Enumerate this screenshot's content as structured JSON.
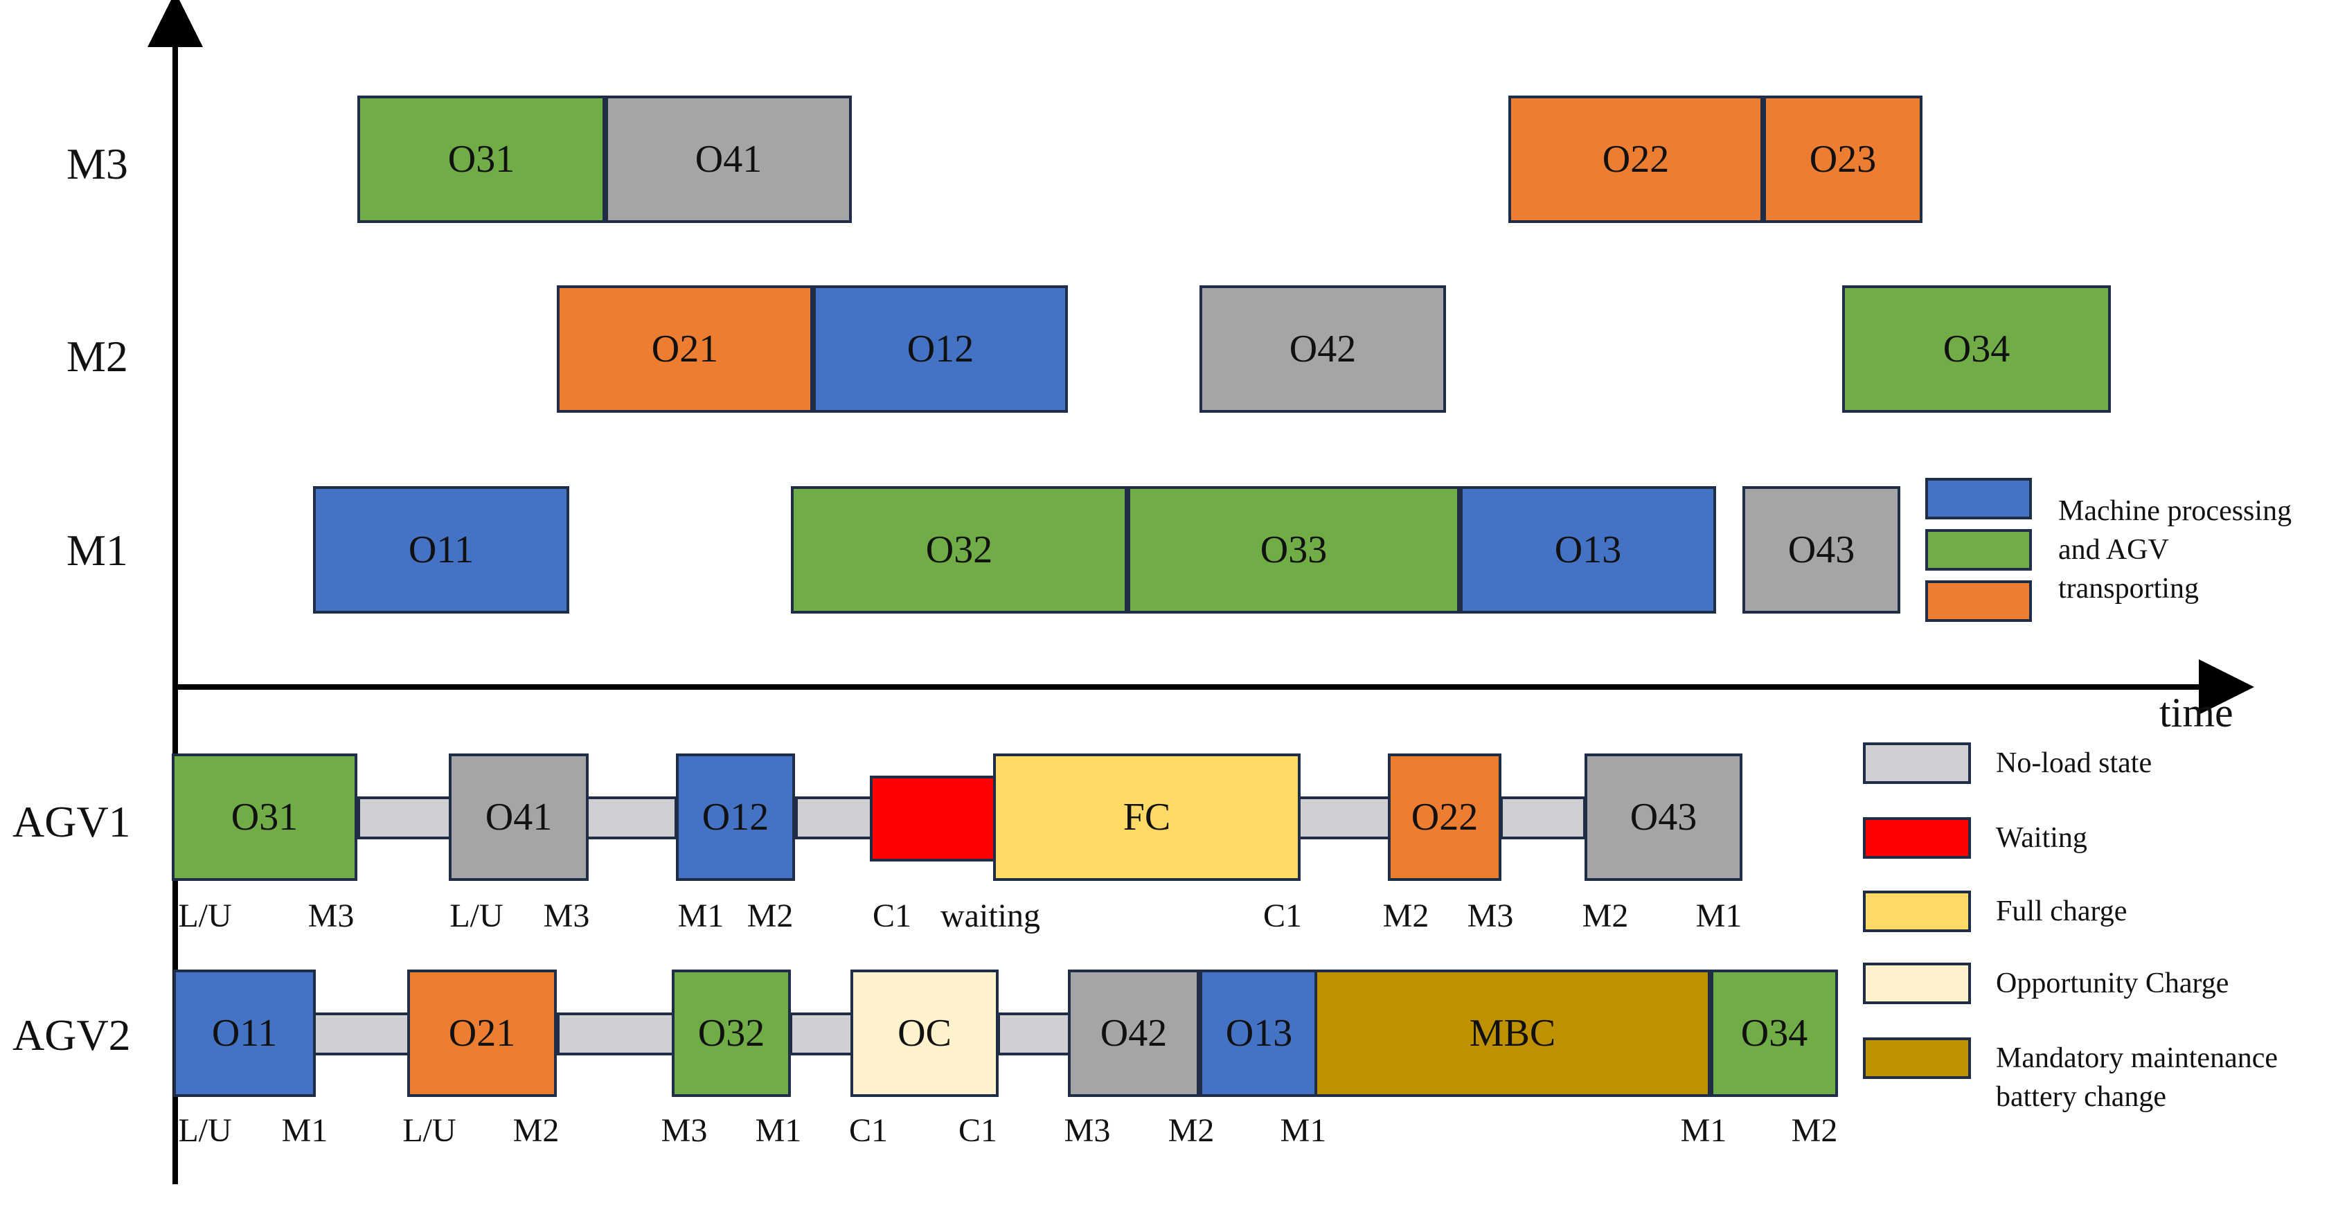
{
  "colors": {
    "blue": "#4472c4",
    "green": "#70ad47",
    "orange": "#ed7d31",
    "gray": "#a5a5a5",
    "noload": "#d0ced3",
    "waiting": "#ff0000",
    "full_charge": "#ffd966",
    "opportunity_charge": "#fff2cc",
    "mandatory": "#bf9000",
    "border": "#1f2d46"
  },
  "axis": {
    "time_label": "time"
  },
  "machines": {
    "rows": [
      {
        "label": "M3",
        "ops": [
          {
            "name": "O31",
            "color": "green"
          },
          {
            "name": "O41",
            "color": "gray"
          },
          {
            "name": "O22",
            "color": "orange"
          },
          {
            "name": "O23",
            "color": "orange"
          }
        ]
      },
      {
        "label": "M2",
        "ops": [
          {
            "name": "O21",
            "color": "orange"
          },
          {
            "name": "O12",
            "color": "blue"
          },
          {
            "name": "O42",
            "color": "gray"
          },
          {
            "name": "O34",
            "color": "green"
          }
        ]
      },
      {
        "label": "M1",
        "ops": [
          {
            "name": "O11",
            "color": "blue"
          },
          {
            "name": "O32",
            "color": "green"
          },
          {
            "name": "O33",
            "color": "green"
          },
          {
            "name": "O13",
            "color": "blue"
          },
          {
            "name": "O43",
            "color": "gray"
          }
        ]
      }
    ],
    "legend": {
      "lines": [
        "Machine processing",
        "and AGV",
        "transporting"
      ]
    }
  },
  "agvs": [
    {
      "label": "AGV1",
      "blocks": [
        {
          "name": "O31",
          "color": "green"
        },
        {
          "name": "O41",
          "color": "gray"
        },
        {
          "name": "O12",
          "color": "blue"
        },
        {
          "name": "",
          "color": "waiting"
        },
        {
          "name": "FC",
          "color": "full_charge"
        },
        {
          "name": "O22",
          "color": "orange"
        },
        {
          "name": "O43",
          "color": "gray"
        }
      ],
      "ticks": [
        "L/U",
        "M3",
        "L/U",
        "M3",
        "M1",
        "M2",
        "C1",
        "waiting",
        "C1",
        "M2",
        "M3",
        "M2",
        "M1"
      ]
    },
    {
      "label": "AGV2",
      "blocks": [
        {
          "name": "O11",
          "color": "blue"
        },
        {
          "name": "O21",
          "color": "orange"
        },
        {
          "name": "O32",
          "color": "green"
        },
        {
          "name": "OC",
          "color": "opportunity_charge"
        },
        {
          "name": "O42",
          "color": "gray"
        },
        {
          "name": "O13",
          "color": "blue"
        },
        {
          "name": "MBC",
          "color": "mandatory"
        },
        {
          "name": "O34",
          "color": "green"
        }
      ],
      "ticks": [
        "L/U",
        "M1",
        "L/U",
        "M2",
        "M3",
        "M1",
        "C1",
        "C1",
        "M3",
        "M2",
        "M1",
        "M1",
        "M2"
      ]
    }
  ],
  "agv_legend": [
    {
      "label": "No-load state",
      "color": "noload"
    },
    {
      "label": "Waiting",
      "color": "waiting"
    },
    {
      "label": "Full charge",
      "color": "full_charge"
    },
    {
      "label": "Opportunity Charge",
      "color": "opportunity_charge"
    },
    {
      "label": "Mandatory maintenance battery change",
      "lines": [
        "Mandatory maintenance",
        "battery change"
      ],
      "color": "mandatory"
    }
  ]
}
